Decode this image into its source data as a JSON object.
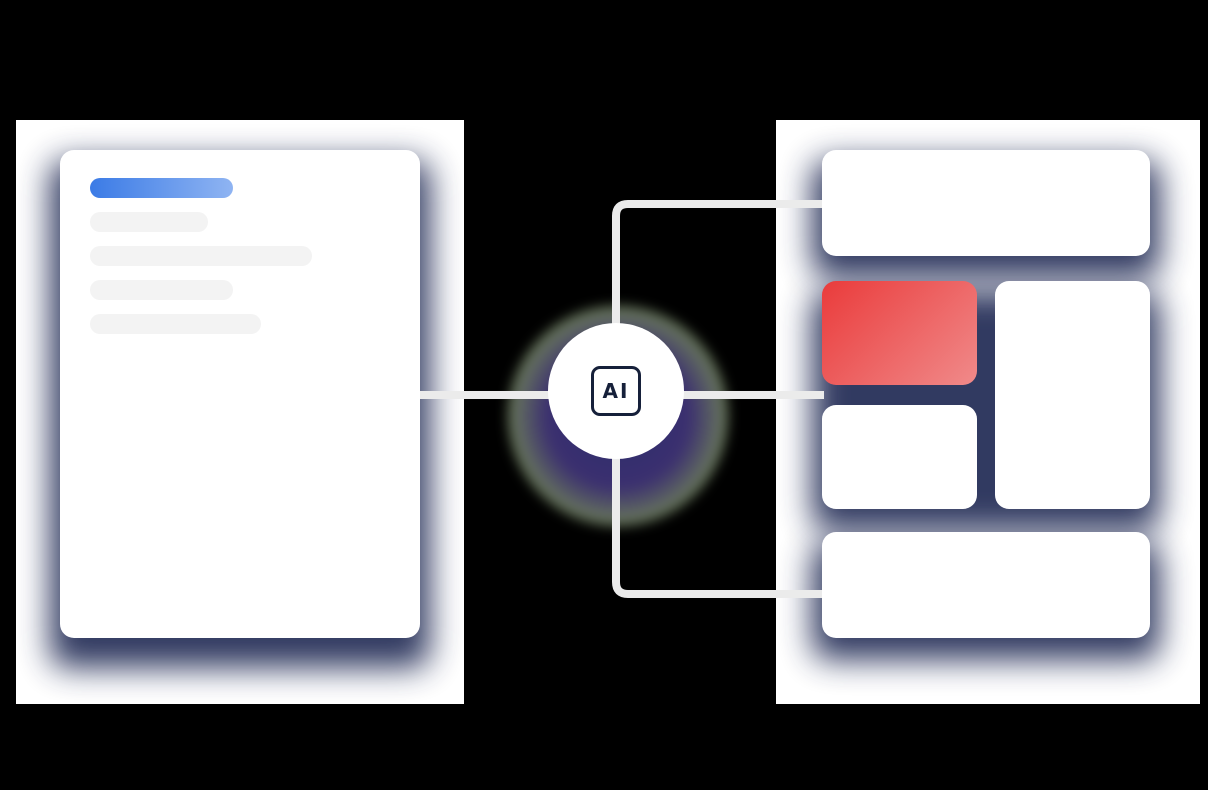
{
  "hub": {
    "label": "AI",
    "icon": "ai-chip-icon"
  },
  "colors": {
    "background": "#000000",
    "card": "#ffffff",
    "connector": "#ebebeb",
    "accent_bar": "#3b7be6",
    "highlight_tile": "#ea3b3b",
    "shadow": "#1b2550",
    "icon_stroke": "#16203a"
  },
  "source_document": {
    "content_lines": [
      "accent",
      "line",
      "line",
      "line",
      "line"
    ]
  },
  "output_layout": {
    "tiles": [
      "header",
      "highlight",
      "block",
      "sidebar",
      "footer"
    ]
  }
}
